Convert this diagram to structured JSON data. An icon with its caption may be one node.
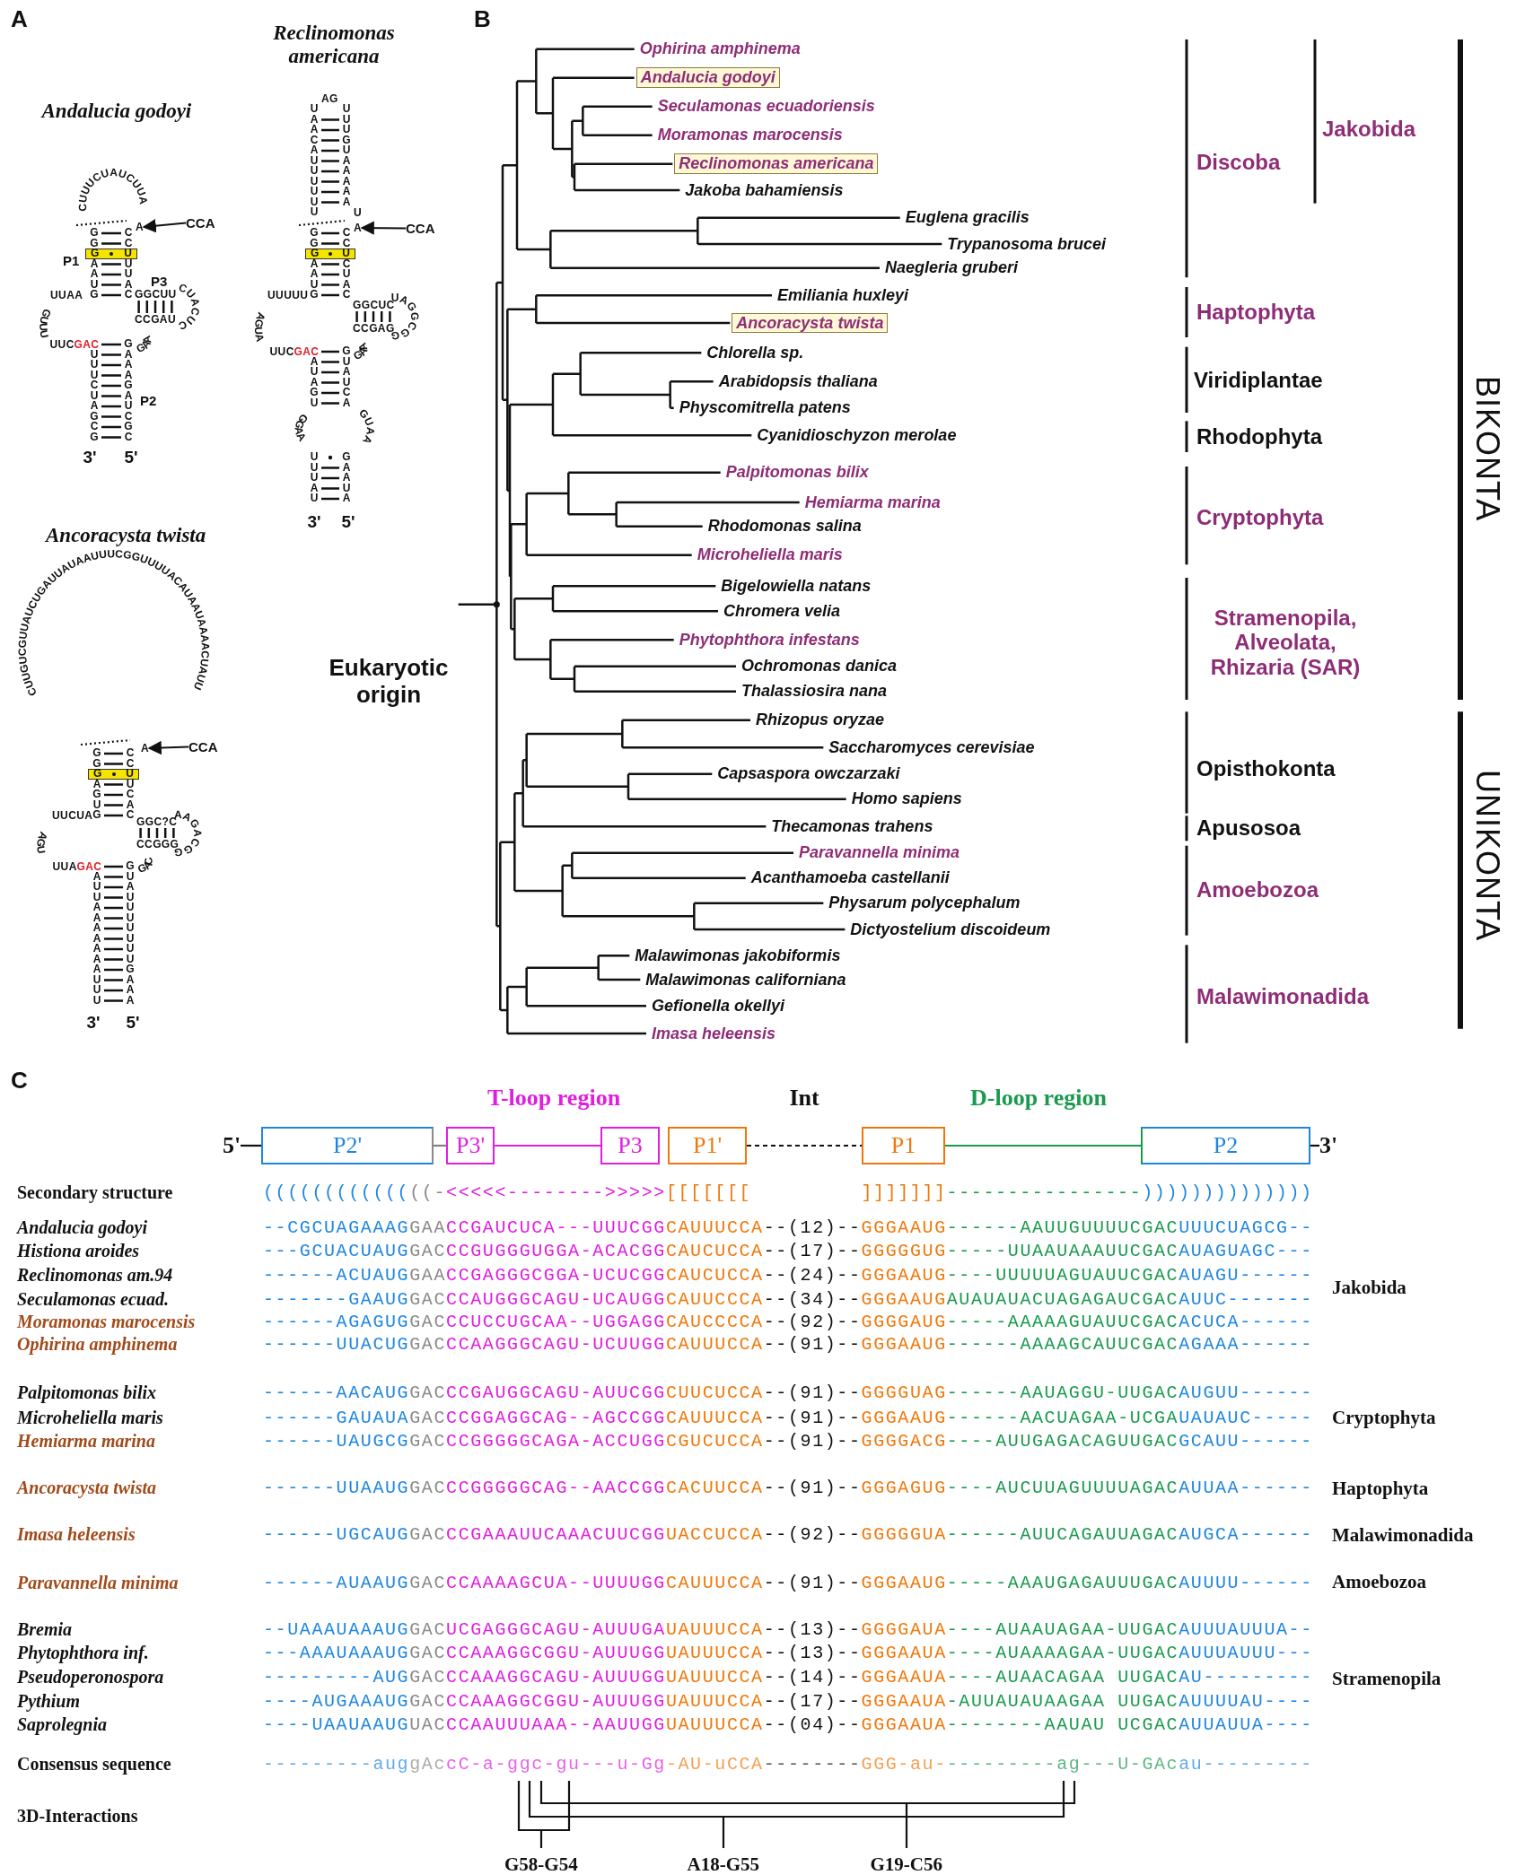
{
  "diagram": {
    "nodes": [
      {
        "text": [
          "CCA"
        ]
      },
      {
        "text": [
          "CCA"
        ]
      },
      {
        "text": [
          "CCA"
        ]
      },
      {
        "text": [
          "A"
        ]
      },
      {
        "text": [
          "A"
        ]
      },
      {
        "text": [
          "A"
        ]
      },
      {
        "text": [
          "G",
          "U"
        ]
      },
      {
        "text": [
          "G",
          "U"
        ]
      },
      {
        "text": [
          "G",
          "U"
        ]
      },
      {
        "text": [
          "5'"
        ]
      },
      {
        "text": [
          "P2'"
        ]
      },
      {
        "text": [
          "P3'"
        ]
      },
      {
        "text": [
          "P3"
        ]
      },
      {
        "text": [
          "P1'"
        ]
      },
      {
        "text": [
          "P1"
        ]
      },
      {
        "text": [
          "P2"
        ]
      },
      {
        "text": [
          "3'"
        ]
      }
    ],
    "edges": [
      {
        "from": 0,
        "to": 3,
        "arrow": "to"
      },
      {
        "from": 1,
        "to": 4,
        "arrow": "to"
      },
      {
        "from": 2,
        "to": 5,
        "arrow": "to"
      },
      {
        "from": 9,
        "to": 10,
        "arrow": "none"
      },
      {
        "from": 10,
        "to": 11,
        "arrow": "none",
        "color": "#808080"
      },
      {
        "from": 11,
        "to": 12,
        "arrow": "none",
        "color": "#e01ee0"
      },
      {
        "from": 13,
        "to": 14,
        "arrow": "none",
        "style": "dashed"
      },
      {
        "from": 14,
        "to": 15,
        "arrow": "none",
        "color": "#1a9a4e"
      },
      {
        "from": 15,
        "to": 16,
        "arrow": "none"
      }
    ],
    "labels": [
      "A",
      "Reclinomonas americana",
      "Andalucia godoyi",
      "CUUUCUAUCUUA",
      "GG",
      "CC",
      "AAUG",
      "UUAC",
      "UUAA",
      "GUUU",
      "UUC",
      "GAC",
      "UUUCUAGCG",
      "GAAAGAUCGC",
      "GAA",
      "GGCUU",
      "CCGAU",
      "CUACUC",
      "P1",
      "P3",
      "P2",
      "3'",
      "5'",
      "AG",
      "UAACAUUUUUU",
      "UUUGUAAAAA",
      "U",
      "GG",
      "CC",
      "AAUG",
      "CUAC",
      "UUUUU",
      "AGUA",
      "UUC",
      "GAC",
      "AUAGU",
      "GUAUCA",
      "GAA",
      "GGCUC",
      "CCGAG",
      "UAGGCGG",
      "GGAA",
      "GUAA",
      "UUUAU",
      "GAAUA",
      "3'",
      "5'",
      "Ancoracysta twista",
      "CUUGUCGUUAUCUGAUUAUAAUUUCGGUUUUACAUAAUAAAACUAUU",
      "GG",
      "CC",
      "AGUG",
      "UCAC",
      "UUCUA",
      "AGU",
      "UUA",
      "GAC",
      "AUUAAAAAAAUUU",
      "GUAUUUUUUUGAAA",
      "GAC",
      "GGC?C",
      "CCGGG",
      "AAGACGG",
      "3'",
      "5'",
      "B",
      "Ophirina amphinema",
      "Andalucia godoyi",
      "Seculamonas ecuadoriensis",
      "Moramonas marocensis",
      "Reclinomonas americana",
      "Jakoba bahamiensis",
      "Euglena gracilis",
      "Trypanosoma brucei",
      "Naegleria gruberi",
      "Emiliania huxleyi",
      "Ancoracysta twista",
      "Chlorella sp.",
      "Arabidopsis thaliana",
      "Physcomitrella patens",
      "Cyanidioschyzon merolae",
      "Palpitomonas bilix",
      "Hemiarma marina",
      "Rhodomonas salina",
      "Microheliella maris",
      "Bigelowiella natans",
      "Chromera velia",
      "Phytophthora infestans",
      "Ochromonas danica",
      "Thalassiosira nana",
      "Rhizopus oryzae",
      "Saccharomyces cerevisiae",
      "Capsaspora owczarzaki",
      "Homo sapiens",
      "Thecamonas trahens",
      "Paravannella minima",
      "Acanthamoeba castellanii",
      "Physarum polycephalum",
      "Dictyostelium discoideum",
      "Malawimonas jakobiformis",
      "Malawimonas californiana",
      "Gefionella okellyi",
      "Imasa heleensis",
      "Jakobida",
      "Discoba",
      "Haptophyta",
      "Viridiplantae",
      "Rhodophyta",
      "Cryptophyta",
      "Stramenopila, Alveolata, Rhizaria (SAR)",
      "Opisthokonta",
      "Apusosoa",
      "Amoebozoa",
      "Malawimonadida",
      "BIKONTA",
      "UNIKONTA",
      "Eukaryotic origin",
      "C",
      "T-loop region",
      "Int",
      "D-loop region",
      "Secondary structure",
      "((((((((((((((-<<<<<-------->>>>>[[[[[[[",
      "]]]]]]]----------------))))))))))))))",
      "Andalucia godoyi",
      "--CGCUAGAAAGGAACCGAUCUCA---UUUCGGCAUUUCCA--(12)--GGGAAUG------AAUUGUUUUCGACUUUCUAGCG--",
      "Histiona aroides",
      "---GCUACUAUGGACCCGUGGGUGGA-ACACGGCAUCUCCA--(17)--GGGGGUG-----UUAAUAAAUUCGACAUAGUAGC---",
      "Reclinomonas am.94",
      "------ACUAUGGAACCGAGGGCGGA-UCUCGGCAUCUCCA--(24)--GGGAAUG----UUUUUAGUAUUCGACAUAGU------",
      "Seculamonas ecuad.",
      "-------GAAUGGACCCAUGGGCAGU-UCAUGGCAUUCCCA--(34)--GGGAAUGAUAUAUACUAGAGAUCGACAUUC-------",
      "Jakobida",
      "Moramonas marocensis",
      "------AGAGUGGACCCUCCUGCAA--UGGAGGCAUCCCCA--(92)--GGGGAUG-----AAAAAGUAUUCGACACUCA------",
      "Ophirina amphinema",
      "------UUACUGGACCCAAGGGCAGU-UCUUGGCAUUUCCA--(91)--GGGAAUG------AAAAGCAUUCGACAGAAA------",
      "Palpitomonas bilix",
      "------AACAUGGACCCGAUGGCAGU-AUUCGGCUUCUCCA--(91)--GGGGUAG------AAUAGGU-UUGACAUGUU------",
      "Microheliella maris",
      "------GAUAUAGACCCGGAGGCAG--AGCCGGCAUUUCCA--(91)--GGGAAUG------AACUAGAA-UCGAUAUAUC-----",
      "Cryptophyta",
      "Hemiarma marina",
      "------UAUGCGGACCCGGGGGCAGA-ACCUGGCGUCUCCA--(91)--GGGGACG----AUUGAGACAGUUGACGCAUU------",
      "Ancoracysta twista",
      "------UUAAUGGACCCGGGGGCAG--AACCGGCACUUCCA--(91)--GGGAGUG----AUCUUAGUUUUAGACAUUAA------",
      "Haptophyta",
      "Imasa heleensis",
      "------UGCAUGGACCCGAAAUUCAAACUUCGGUACCUCCA--(92)--GGGGGUA------AUUCAGAUUAGACAUGCA------",
      "Malawimonadida",
      "Paravannella minima",
      "------AUAAUGGACCCAAAAGCUA--UUUUGGCAUUUCCA--(91)--GGGAAUG-----AAAUGAGAUUUGACAUUUU------",
      "Amoebozoa",
      "Bremia",
      "--UAAAUAAAUGGACUCGAGGGCAGU-AUUUGAUAUUUCCA--(13)--GGGGAUA----AUAAUAGAA-UUGACAUUUAUUUA--",
      "Phytophthora inf.",
      "---AAAUAAAUGGACCCAAAGGCGGU-AUUUGGUAUUUCCA--(13)--GGGAAUA----AUAAAAGAA-UUGACAUUUAUUU---",
      "Pseudoperonospora",
      "---------AUGGACCCAAAGGCAGU-AUUUGGUAUUUCCA--(14)--GGGAAUA----AUAACAGAA UUGACAU---------",
      "Stramenopila",
      "Pythium",
      "----AUGAAAUGGACCCAAAGGCGGU-AUUUGGUAUUUCCA--(17)--GGGAAUA-AUUAUAUAAGAA UUGACAUUUUAU----",
      "Saprolegnia",
      "----UAAUAAUGUACCCAAUUUAAA--AAUUGGUAUUUCCA--(04)--GGGAAUA--------AAUAU UCGACAUUAUUA----",
      "Consensus sequence",
      "---------auggAccC-a-ggc-gu---u-Gg-AU-uCCA--------GGG-au----------ag---U-GAcau---------",
      "3D-Interactions",
      "G58-G54",
      "A18-G55",
      "G19-C56"
    ]
  }
}
